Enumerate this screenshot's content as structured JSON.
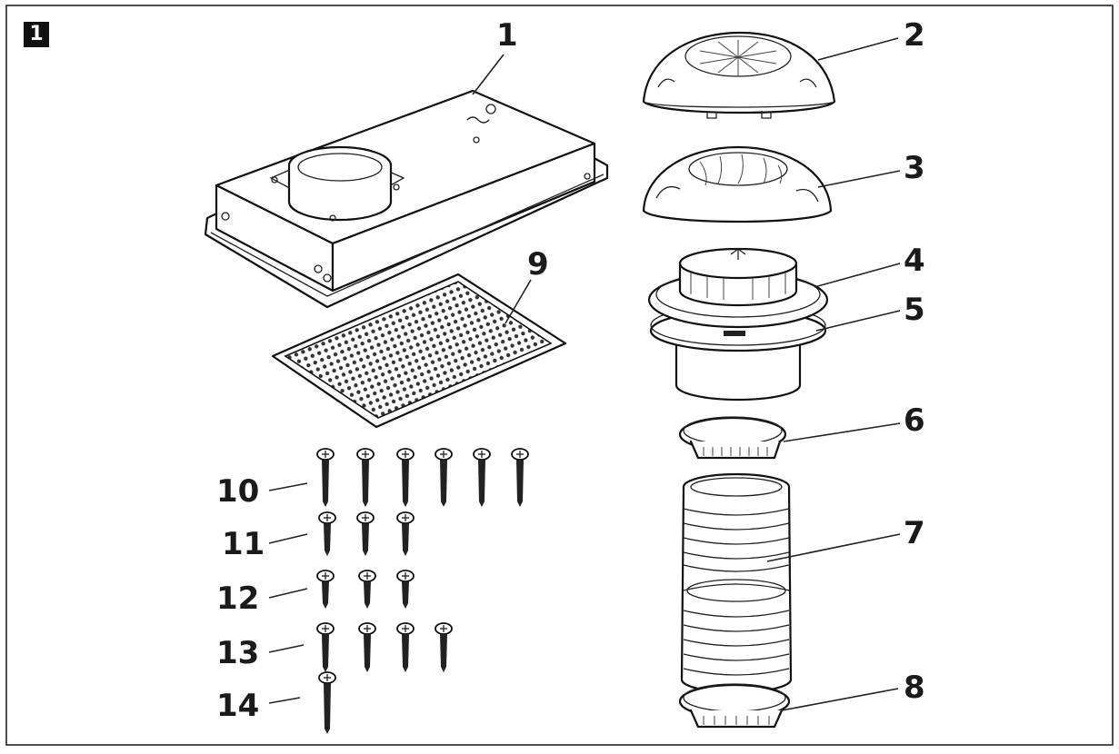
{
  "figure": {
    "figure_number": "1",
    "callouts": [
      "1",
      "2",
      "3",
      "4",
      "5",
      "6",
      "7",
      "8",
      "9",
      "10",
      "11",
      "12",
      "13",
      "14"
    ]
  }
}
